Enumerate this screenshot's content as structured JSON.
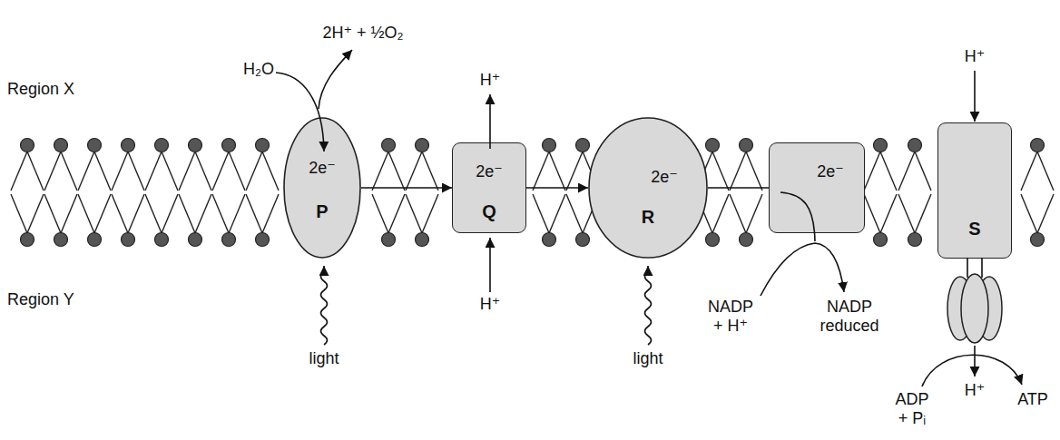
{
  "diagram": {
    "nodes": [
      {
        "text": [
          "2e⁻",
          "P"
        ]
      },
      {
        "text": [
          "2e⁻",
          "Q"
        ]
      },
      {
        "text": [
          "2e⁻",
          "R"
        ]
      },
      {
        "text": [
          "2e⁻"
        ]
      },
      {
        "text": [
          "S"
        ]
      }
    ],
    "edges": [
      {
        "from": 0,
        "to": 1,
        "arrow": "to"
      },
      {
        "from": 1,
        "to": 2,
        "arrow": "to"
      },
      {
        "from": 2,
        "to": 3,
        "arrow": "none"
      }
    ],
    "labels": [
      "Region X",
      "Region Y",
      "H₂O",
      "2H⁺ + ½O₂",
      "H⁺",
      "H⁺",
      "light",
      "light",
      "NADP + H⁺",
      "NADP reduced",
      "H⁺",
      "ADP + Pᵢ",
      "H⁺",
      "ATP"
    ]
  }
}
